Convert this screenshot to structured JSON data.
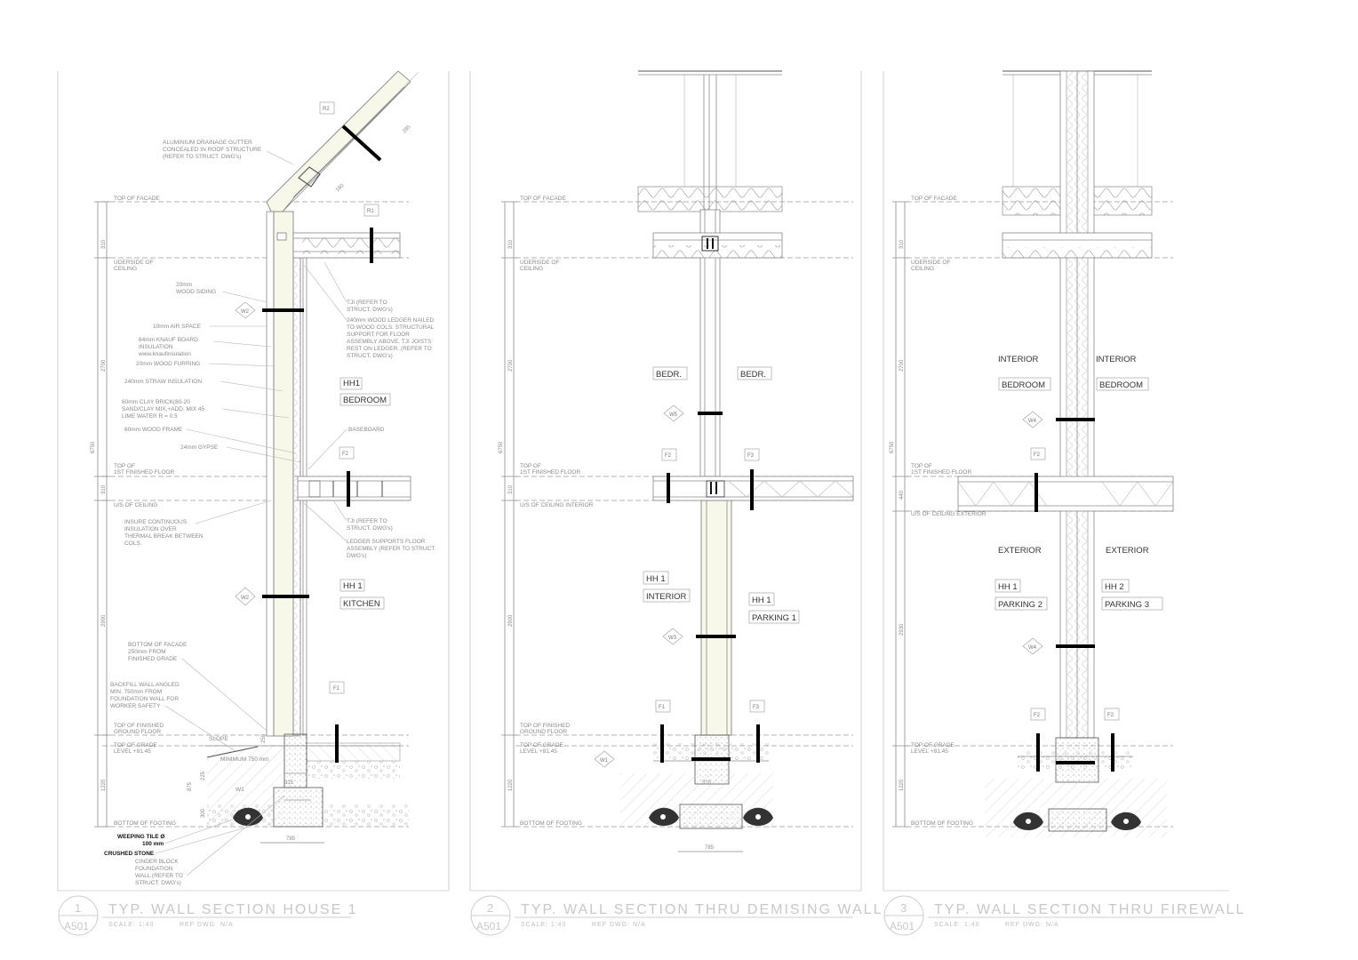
{
  "sections": [
    {
      "number": "1",
      "sheet": "A501",
      "title": "TYP. WALL SECTION HOUSE 1",
      "scale": "SCALE: 1:40",
      "ref": "REF DWG: N/A",
      "levels": [
        "TOP OF FACADE",
        "UDERSIDE OF",
        "CEILING",
        "TOP OF",
        "1ST FINISHED FLOOR",
        "U/S OF CEILING",
        "TOP OF FINISHED",
        "GROUND FLOOR",
        "TOP OF GRADE",
        "LEVEL +81.45",
        "BOTTOM OF FOOTING"
      ],
      "dims": [
        "310",
        "2700",
        "6750",
        "310",
        "2900",
        "1220",
        "875",
        "225",
        "250",
        "300",
        "785",
        "315"
      ],
      "tags": [
        "R2",
        "R1",
        "W2",
        "W2",
        "F2",
        "F1",
        "W1"
      ],
      "rooms": [
        "HH1",
        "BEDROOM",
        "HH 1",
        "KITCHEN"
      ],
      "notes_left": [
        "ALUMINIUM DRAINAGE GUTTER",
        "CONCEALED IN ROOF STRUCTURE",
        "(REFER TO STRUCT. DWG's)",
        "20mm",
        "WOOD SIDING",
        "10mm AIR SPACE",
        "64mm KNAUF BOARD",
        "INSULATION",
        "www.knaufinsulation",
        "20mm WOOD FURRING",
        "240mm STRAW INSULATION",
        "60mm CLAY BRICK(80-20",
        "SAND/CLAY MIX,+ADD. MIX 45",
        "LIME WATER R = 0.5",
        "60mm WOOD FRAME",
        "24mm GYPSE",
        "INSURE CONTINUOUS",
        "INSULATION OVER",
        "THERMAL BREAK BETWEEN",
        "COLS.",
        "BOTTOM OF FACADE",
        "250mm FROM",
        "FINISHED GRADE",
        "BACKFILL WALL ANGLED",
        "MIN. 750mm FROM",
        "FOUNDATION WALL FOR",
        "WORKER SAFETY"
      ],
      "notes_right": [
        "TJI (REFER TO",
        "STRUCT. DWG's)",
        "240mm WOOD LEDGER NAILED",
        "TO WOOD COLS. STRUCTURAL",
        "SUPPORT FOR FLOOR",
        "ASSEMBLY ABOVE. TJI JOISTS",
        "REST ON LEDGER. (REFER TO",
        "STRUCT. DWG's)",
        "BASEBOARD",
        "TJI (REFER TO",
        "STRUCT. DWG's)",
        "LEDGER SUPPORTS FLOOR",
        "ASSEMBLY (REFER TO STRUCT.",
        "DWG's)"
      ],
      "notes_bottom": [
        "WEEPING TILE Ø",
        "100 mm",
        "CRUSHED STONE",
        "CINDER BLOCK",
        "FOUNDATION",
        "WALL (REFER TO",
        "STRUCT. DWG's)",
        "SLOPE",
        "MINIMUM 750 mm"
      ]
    },
    {
      "number": "2",
      "sheet": "A501",
      "title": "TYP. WALL SECTION THRU DEMISING WALL",
      "scale": "SCALE: 1:40",
      "ref": "REF DWG: N/A",
      "levels": [
        "TOP OF FACADE",
        "UDERSIDE OF",
        "CEILING",
        "TOP OF",
        "1ST FINISHED FLOOR",
        "U/S OF CEILING INTERIOR",
        "TOP OF FINISHED",
        "GROUND FLOOR",
        "TOP OF GRADE",
        "LEVEL +81.45",
        "BOTTOM OF FOOTING"
      ],
      "dims": [
        "310",
        "2700",
        "6750",
        "310",
        "2900",
        "1220",
        "785",
        "315"
      ],
      "tags": [
        "W5",
        "F2",
        "F3",
        "W3",
        "F1",
        "F3",
        "W1"
      ],
      "rooms": [
        "BEDR.",
        "BEDR.",
        "HH 1",
        "INTERIOR",
        "HH 1",
        "PARKING 1"
      ]
    },
    {
      "number": "3",
      "sheet": "A501",
      "title": "TYP. WALL SECTION THRU FIREWALL",
      "scale": "SCALE: 1:40",
      "ref": "REF DWG: N/A",
      "levels": [
        "TOP OF FACADE",
        "UDERSIDE OF",
        "CEILING",
        "TOP OF",
        "1ST FINISHED FLOOR",
        "U/S OF CEILING EXTERIOR",
        "TOP OF GRADE",
        "LEVEL +81.45",
        "BOTTOM OF FOOTING"
      ],
      "dims": [
        "310",
        "2700",
        "6750",
        "440",
        "2930",
        "1220"
      ],
      "tags": [
        "W4",
        "F2",
        "W4",
        "F2",
        "F2"
      ],
      "rooms": [
        "INTERIOR",
        "INTERIOR",
        "BEDROOM",
        "BEDROOM",
        "EXTERIOR",
        "EXTERIOR",
        "HH 1",
        "HH 2",
        "PARKING 2",
        "PARKING 3"
      ]
    }
  ]
}
